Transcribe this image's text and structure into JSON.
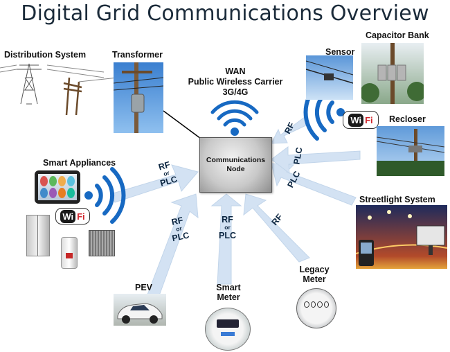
{
  "title": "Digital Grid Communications Overview",
  "node": {
    "line1": "Communications",
    "line2": "Node"
  },
  "wan": {
    "line1": "WAN",
    "line2": "Public Wireless Carrier",
    "line3": "3G/4G"
  },
  "labels": {
    "distribution": "Distribution System",
    "transformer": "Transformer",
    "sensor": "Sensor",
    "capacitor": "Capacitor Bank",
    "recloser": "Recloser",
    "appliances": "Smart Appliances",
    "streetlight": "Streetlight System",
    "pev": "PEV",
    "smart_meter_1": "Smart",
    "smart_meter_2": "Meter",
    "legacy_meter_1": "Legacy",
    "legacy_meter_2": "Meter"
  },
  "wifi": {
    "wi": "Wi",
    "fi": "Fi"
  },
  "arrows": {
    "appliances": {
      "top": "RF",
      "mid": "or",
      "bot": "PLC"
    },
    "pev": {
      "top": "RF",
      "mid": "or",
      "bot": "PLC"
    },
    "smart_meter": {
      "top": "RF",
      "mid": "or",
      "bot": "PLC"
    },
    "legacy_meter": {
      "top": "RF"
    },
    "streetlight": {
      "top": "PLC"
    },
    "recloser": {
      "top": "PLC"
    },
    "sensor": {
      "top": "RF"
    }
  },
  "colors": {
    "arrow": "#d6e3f2",
    "wave": "#1769c2",
    "wifi_red": "#d0252c"
  }
}
